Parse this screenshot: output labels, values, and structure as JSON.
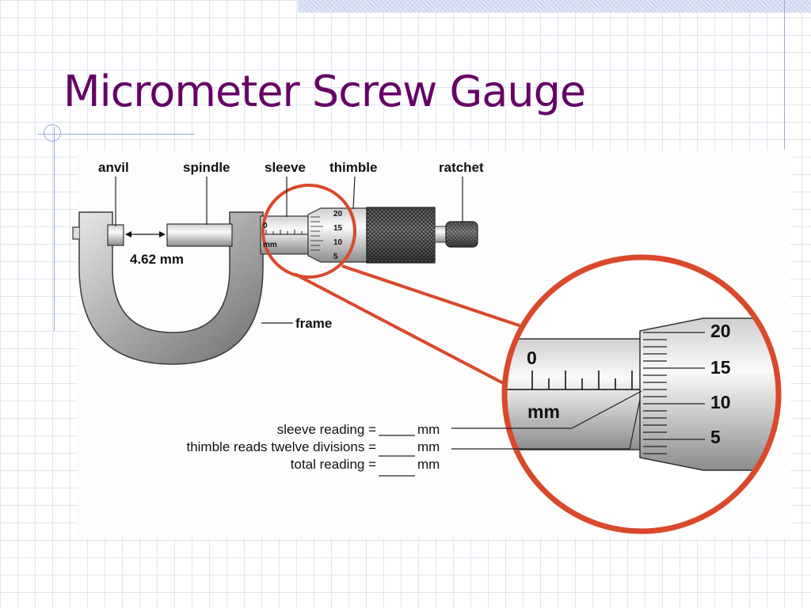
{
  "slide": {
    "title": "Micrometer Screw Gauge"
  },
  "diagram": {
    "parts": {
      "anvil": "anvil",
      "spindle": "spindle",
      "sleeve": "sleeve",
      "thimble": "thimble",
      "ratchet": "ratchet",
      "frame": "frame"
    },
    "gap_label": "4.62 mm",
    "small_scale": {
      "sleeve_zero": "0",
      "sleeve_unit": "mm",
      "thimble_numbers": [
        "20",
        "15",
        "10",
        "5"
      ]
    },
    "zoom_scale": {
      "sleeve_zero": "0",
      "sleeve_unit": "mm",
      "thimble_numbers": [
        "20",
        "15",
        "10",
        "5"
      ]
    },
    "readings": [
      {
        "label": "sleeve reading =",
        "unit": "mm"
      },
      {
        "label": "thimble reads twelve divisions =",
        "unit": "mm"
      },
      {
        "label": "total reading =",
        "unit": "mm"
      }
    ],
    "colors": {
      "accent_circle": "#d9492b",
      "title": "#660066"
    }
  }
}
